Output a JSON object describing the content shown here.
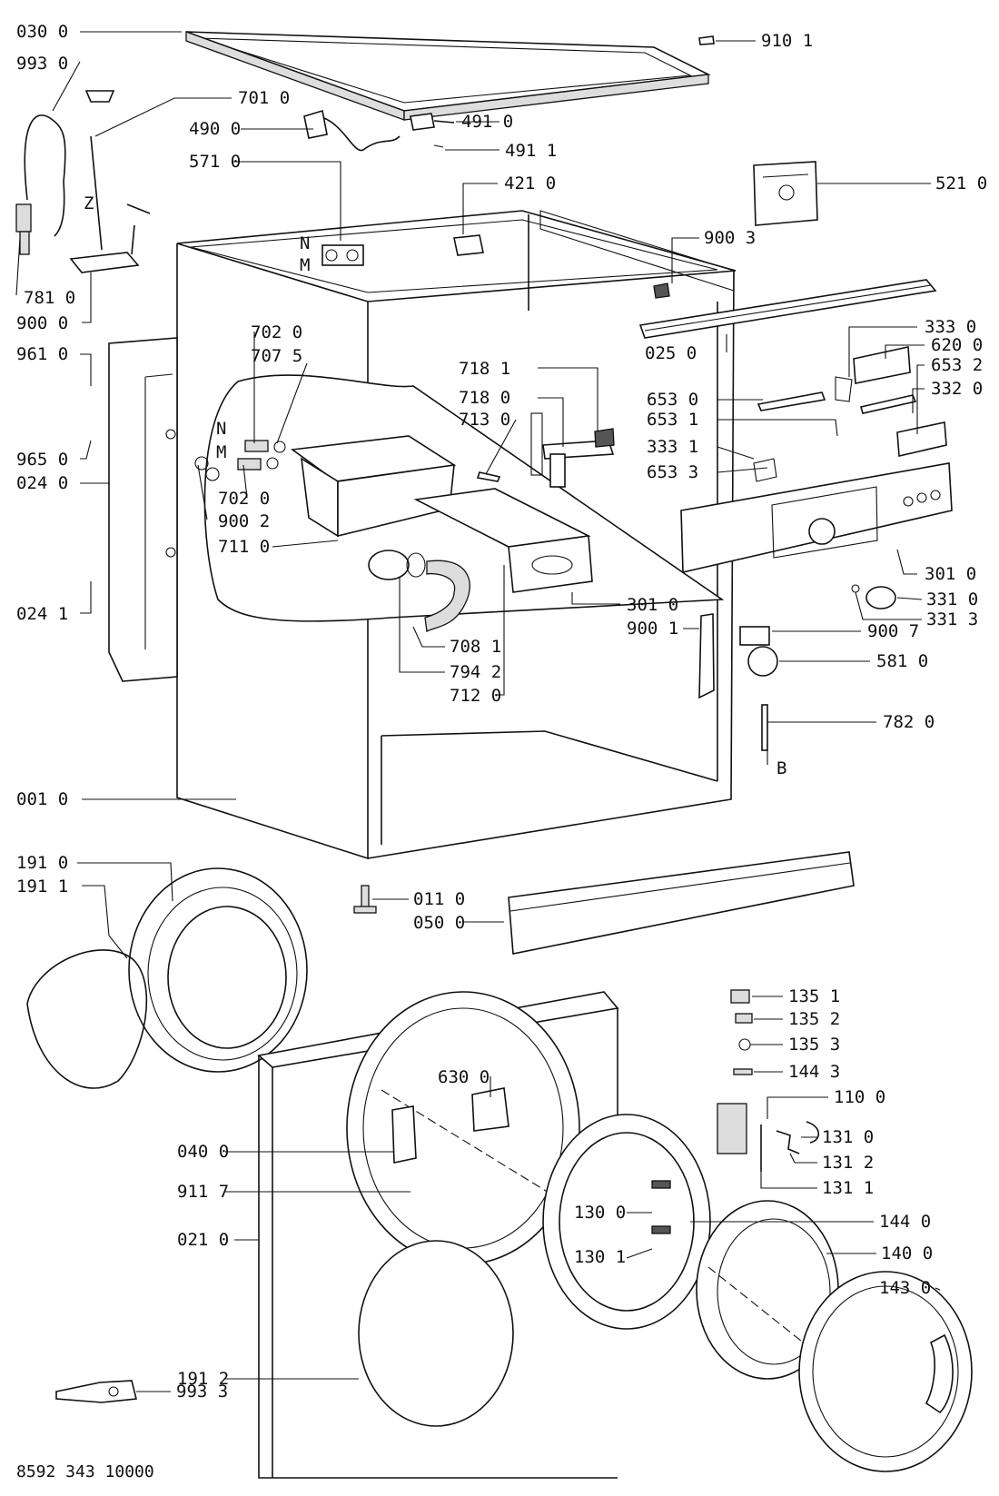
{
  "callouts": [
    {
      "id": "030-0",
      "text": "030 0"
    },
    {
      "id": "993-0",
      "text": "993 0"
    },
    {
      "id": "701-0",
      "text": "701 0"
    },
    {
      "id": "490-0",
      "text": "490 0"
    },
    {
      "id": "491-0",
      "text": "491 0"
    },
    {
      "id": "491-1",
      "text": "491 1"
    },
    {
      "id": "571-0",
      "text": "571 0"
    },
    {
      "id": "421-0",
      "text": "421 0"
    },
    {
      "id": "910-1",
      "text": "910 1"
    },
    {
      "id": "521-0",
      "text": "521 0"
    },
    {
      "id": "900-3",
      "text": "900 3"
    },
    {
      "id": "781-0",
      "text": "781 0"
    },
    {
      "id": "900-0",
      "text": "900 0"
    },
    {
      "id": "961-0",
      "text": "961 0"
    },
    {
      "id": "965-0",
      "text": "965 0"
    },
    {
      "id": "024-0",
      "text": "024 0"
    },
    {
      "id": "024-1",
      "text": "024 1"
    },
    {
      "id": "702-0-a",
      "text": "702 0"
    },
    {
      "id": "707-5",
      "text": "707 5"
    },
    {
      "id": "702-0-b",
      "text": "702 0"
    },
    {
      "id": "900-2",
      "text": "900 2"
    },
    {
      "id": "711-0",
      "text": "711 0"
    },
    {
      "id": "718-1",
      "text": "718 1"
    },
    {
      "id": "718-0",
      "text": "718 0"
    },
    {
      "id": "713-0",
      "text": "713 0"
    },
    {
      "id": "708-1",
      "text": "708 1"
    },
    {
      "id": "794-2",
      "text": "794 2"
    },
    {
      "id": "712-0",
      "text": "712 0"
    },
    {
      "id": "301-0-a",
      "text": "301 0"
    },
    {
      "id": "900-1",
      "text": "900 1"
    },
    {
      "id": "025-0",
      "text": "025 0"
    },
    {
      "id": "333-0",
      "text": "333 0"
    },
    {
      "id": "620-0",
      "text": "620 0"
    },
    {
      "id": "653-2",
      "text": "653 2"
    },
    {
      "id": "332-0",
      "text": "332 0"
    },
    {
      "id": "653-0",
      "text": "653 0"
    },
    {
      "id": "653-1",
      "text": "653 1"
    },
    {
      "id": "333-1",
      "text": "333 1"
    },
    {
      "id": "653-3",
      "text": "653 3"
    },
    {
      "id": "301-0-b",
      "text": "301 0"
    },
    {
      "id": "331-0",
      "text": "331 0"
    },
    {
      "id": "331-3",
      "text": "331 3"
    },
    {
      "id": "900-7",
      "text": "900 7"
    },
    {
      "id": "581-0",
      "text": "581 0"
    },
    {
      "id": "782-0",
      "text": "782 0"
    },
    {
      "id": "001-0",
      "text": "001 0"
    },
    {
      "id": "191-0",
      "text": "191 0"
    },
    {
      "id": "191-1",
      "text": "191 1"
    },
    {
      "id": "011-0",
      "text": "011 0"
    },
    {
      "id": "050-0",
      "text": "050 0"
    },
    {
      "id": "135-1",
      "text": "135 1"
    },
    {
      "id": "135-2",
      "text": "135 2"
    },
    {
      "id": "135-3",
      "text": "135 3"
    },
    {
      "id": "144-3",
      "text": "144 3"
    },
    {
      "id": "110-0",
      "text": "110 0"
    },
    {
      "id": "131-0",
      "text": "131 0"
    },
    {
      "id": "131-2",
      "text": "131 2"
    },
    {
      "id": "131-1",
      "text": "131 1"
    },
    {
      "id": "630-0",
      "text": "630 0"
    },
    {
      "id": "040-0",
      "text": "040 0"
    },
    {
      "id": "911-7",
      "text": "911 7"
    },
    {
      "id": "130-0",
      "text": "130 0"
    },
    {
      "id": "130-1",
      "text": "130 1"
    },
    {
      "id": "144-0",
      "text": "144 0"
    },
    {
      "id": "140-0",
      "text": "140 0"
    },
    {
      "id": "143-0",
      "text": "143 0"
    },
    {
      "id": "021-0",
      "text": "021 0"
    },
    {
      "id": "191-2",
      "text": "191 2"
    },
    {
      "id": "993-3",
      "text": "993 3"
    }
  ],
  "markers": {
    "N1": "N",
    "M1": "M",
    "N2": "N",
    "M2": "M",
    "Z": "Z",
    "B": "B"
  },
  "drawing_number": "8592 343 10000"
}
